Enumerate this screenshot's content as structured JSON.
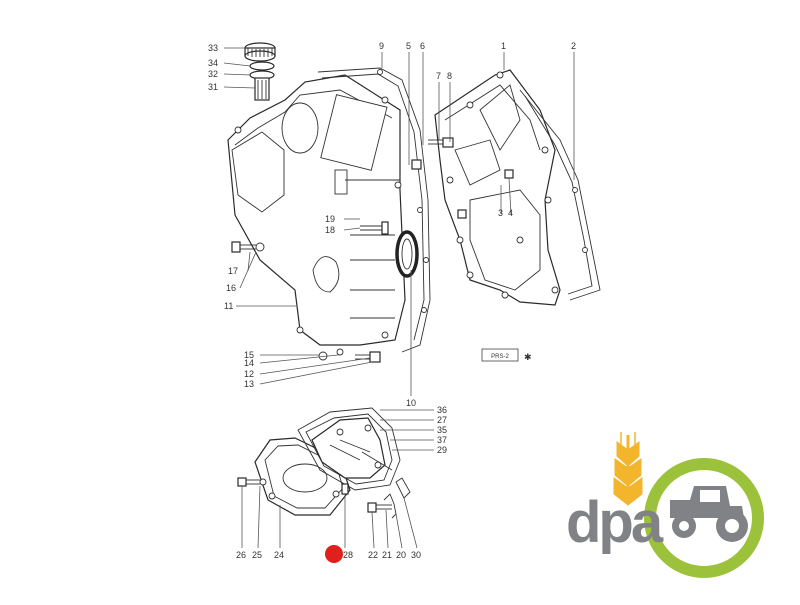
{
  "labels": {
    "l33": "33",
    "l34": "34",
    "l32": "32",
    "l31": "31",
    "l9": "9",
    "l5": "5",
    "l6": "6",
    "l1": "1",
    "l2": "2",
    "l7": "7",
    "l8": "8",
    "l3": "3",
    "l4": "4",
    "l19": "19",
    "l18": "18",
    "l17": "17",
    "l16": "16",
    "l11": "11",
    "l15": "15",
    "l14": "14",
    "l12": "12",
    "l13": "13",
    "l10": "10",
    "l36": "36",
    "l27": "27",
    "l35": "35",
    "l37": "37",
    "l29": "29",
    "l26": "26",
    "l25": "25",
    "l24": "24",
    "l28": "28",
    "l22": "22",
    "l21": "21",
    "l20": "20",
    "l30": "30"
  },
  "reference": {
    "box": "PRS-2",
    "mark": "✱"
  },
  "highlight": {
    "color": "#e0201c",
    "part": "28"
  },
  "logo": {
    "text": "dpa",
    "grey": "#808285",
    "green": "#9cc23c",
    "gold": "#f2b52c"
  }
}
